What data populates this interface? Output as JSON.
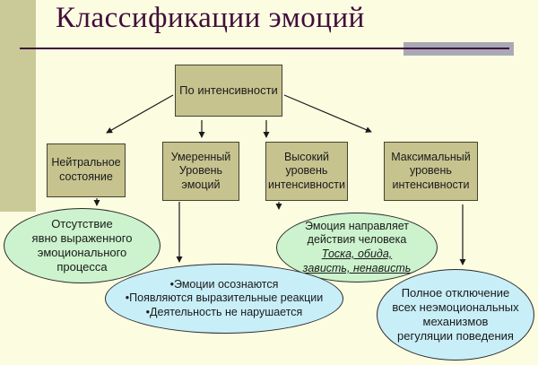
{
  "slide": {
    "title": "Классификации эмоций"
  },
  "diagram": {
    "root": {
      "label": "По интенсивности"
    },
    "level_boxes": [
      {
        "label": "Нейтральное\nсостояние"
      },
      {
        "label": "Умеренный\nУровень\nэмоций"
      },
      {
        "label": "Высокий\nуровень\nинтенсивности"
      },
      {
        "label": "Максимальный\nуровень\nинтенсивности"
      }
    ],
    "detail_ellipses": [
      {
        "text": "Отсутствие\nявно выраженного\nэмоционального\nпроцесса"
      },
      {
        "text": "•Эмоции осознаются\n•Появляются выразительные реакции\n•Деятельность не нарушается"
      },
      {
        "text": "Эмоция направляет\nдействия человека",
        "examples": "Тоска, обида, \nзависть, ненависть"
      },
      {
        "text": "Полное отключение\nвсех неэмоциональных\nмеханизмов\nрегуляции поведения"
      }
    ]
  },
  "colors": {
    "background": "#FCFCE1",
    "accent_stripe": "#CACA99",
    "title_text": "#400E3C",
    "divider_line": "#400E3C",
    "divider_accent": "#A9A9B5",
    "box_fill": "#C6C38F",
    "green_ellipse_fill": "#CCF3CD",
    "blue_ellipse_fill": "#C8EEF8",
    "node_text": "#1A1A1A"
  }
}
